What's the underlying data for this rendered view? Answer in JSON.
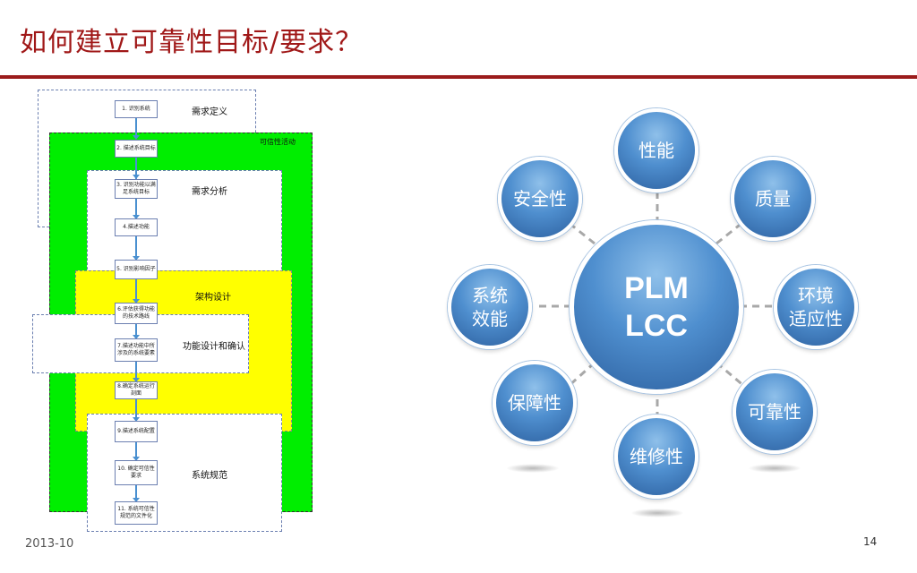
{
  "slide": {
    "title": "如何建立可靠性目标/要求？",
    "date": "2013-10",
    "page": "14"
  },
  "flow": {
    "regions": {
      "requirements_definition": "需求定义",
      "reliability_activities": "可信性活动",
      "requirements_analysis": "需求分析",
      "architecture_design": "架构设计",
      "function_design": "功能设计和确认",
      "system_spec": "系统规范"
    },
    "steps": [
      "1. 识别系统",
      "2. 描述系统目标",
      "3. 识别功能以满足系统目标",
      "4.描述功能",
      "5. 识别影响因子",
      "6.评估获得功能的技术路线",
      "7.描述功能中所涉及的系统要素",
      "8.确定系统运行剖面",
      "9.描述系统配置",
      "10. 确定可信性要求",
      "11. 系统可信性规范的文件化"
    ]
  },
  "diagram": {
    "hub": [
      "PLM",
      "LCC"
    ],
    "nodes": {
      "performance": "性能",
      "quality": "质量",
      "environment": [
        "环境",
        "适应性"
      ],
      "reliability": "可靠性",
      "maintainability": "维修性",
      "supportability": "保障性",
      "system_effectiveness": [
        "系统",
        "效能"
      ],
      "safety": "安全性"
    }
  },
  "colors": {
    "title": "#a01818",
    "rule": "#9b1b1b",
    "green_region": "#00ee00",
    "yellow_region": "#ffff00",
    "bubble": "#4f8fcf",
    "connector": "#4a90d0"
  }
}
